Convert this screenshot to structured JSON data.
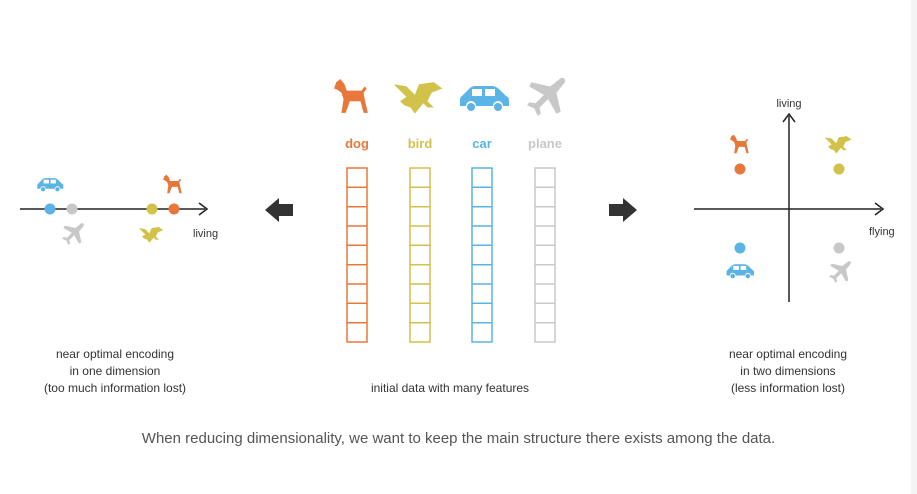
{
  "colors": {
    "dog": "#e8773a",
    "bird": "#d2c24a",
    "car": "#5ab4e5",
    "plane": "#c8c8c8",
    "axis": "#222222",
    "arrow": "#333333"
  },
  "center": {
    "labels": {
      "dog": "dog",
      "bird": "bird",
      "car": "car",
      "plane": "plane"
    },
    "caption": "initial data with many features",
    "icons": [
      "dog-icon",
      "bird-icon",
      "car-icon",
      "plane-icon"
    ]
  },
  "left": {
    "axis_label": "living",
    "caption_line1": "near optimal encoding",
    "caption_line2": "in one dimension",
    "caption_line3": "(too much information lost)"
  },
  "right": {
    "axis_label_x": "flying",
    "axis_label_y": "living",
    "caption_line1": "near optimal encoding",
    "caption_line2": "in two dimensions",
    "caption_line3": "(less information lost)"
  },
  "footer": {
    "caption": "When reducing dimensionality, we want to keep the main structure there exists among the data."
  }
}
